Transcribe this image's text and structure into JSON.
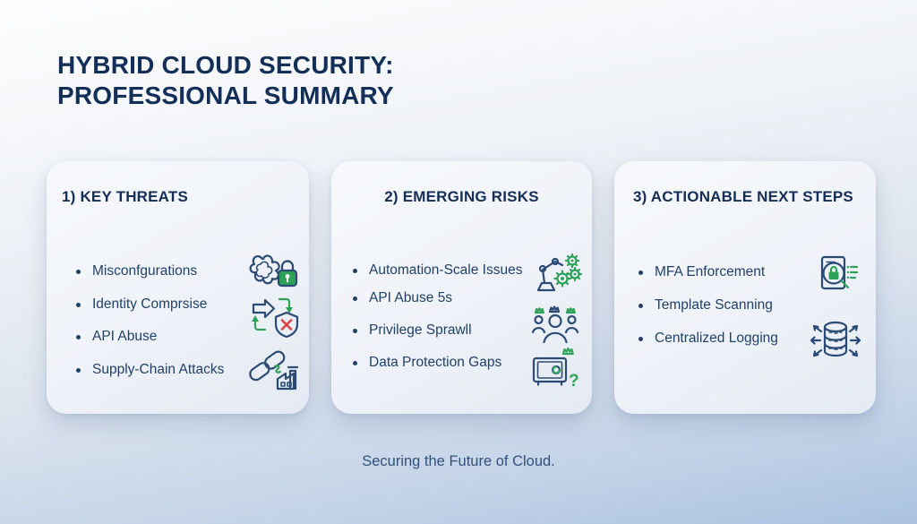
{
  "page": {
    "title_line1": "HYBRID CLOUD SECURITY:",
    "title_line2": "PROFESSIONAL SUMMARY",
    "footer": "Securing the Future of Cloud."
  },
  "colors": {
    "background_top": "#fdfdfe",
    "background_bottom": "#aac2e0",
    "card_background": "#f1f4f9",
    "heading_navy": "#152e55",
    "text_navy": "#1f4168",
    "accent_green": "#2fa25a",
    "accent_red": "#d94242"
  },
  "cards": [
    {
      "heading": "1) KEY THREATS",
      "items": [
        {
          "label": "Misconfgurations",
          "icon": "tangle-lock-icon"
        },
        {
          "label": "Identity Comprsise",
          "icon": "cycle-shield-x-icon"
        },
        {
          "label": "API Abuse",
          "icon": ""
        },
        {
          "label": "Supply-Chain Attacks",
          "icon": "chain-factory-icon"
        }
      ]
    },
    {
      "heading": "2) EMERGING RISKS",
      "items": [
        {
          "label": "Automation-Scale Issues",
          "icon": "robot-gears-icon"
        },
        {
          "label": "API Abuse 5s",
          "icon": ""
        },
        {
          "label": "Privilege Sprawll",
          "icon": "crowned-people-icon"
        },
        {
          "label": "Data Protection Gaps",
          "icon": "safe-question-icon"
        }
      ]
    },
    {
      "heading": "3) ACTIONABLE NEXT STEPS",
      "items": [
        {
          "label": "MFA Enforcement",
          "icon": "scan-lock-doc-icon"
        },
        {
          "label": "Template Scanning",
          "icon": ""
        },
        {
          "label": "Centralized Logging",
          "icon": "database-sync-icon"
        }
      ]
    }
  ]
}
